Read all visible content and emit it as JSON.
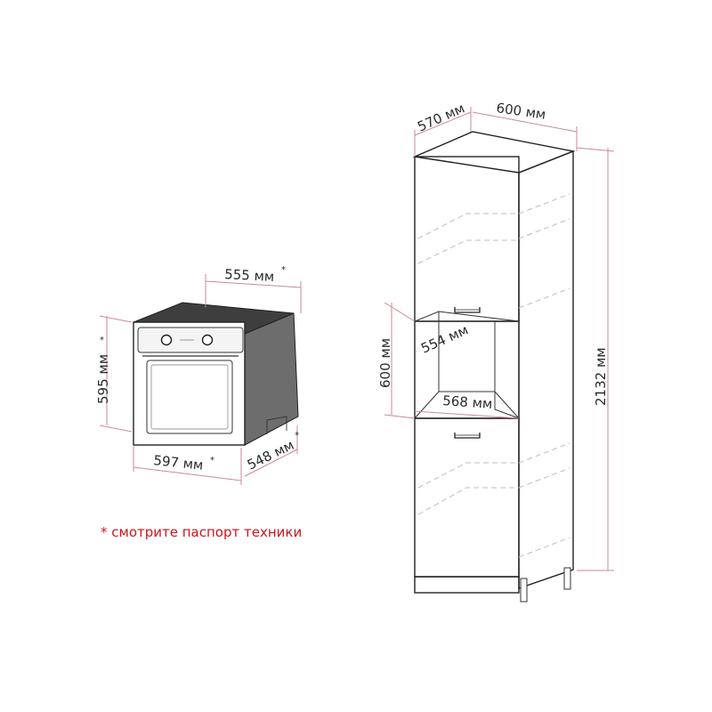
{
  "oven": {
    "depth_label": "555 мм",
    "height_label": "595 мм",
    "width_label": "597 мм",
    "side_depth_label": "548 мм",
    "asterisk": "*"
  },
  "cabinet": {
    "depth_label": "570 мм",
    "width_label": "600 мм",
    "height_label": "2132 мм",
    "niche_height_label": "600 мм",
    "niche_depth_label": "554 мм",
    "niche_width_label": "568 мм"
  },
  "footnote": {
    "text": "* смотрите паспорт техники"
  },
  "colors": {
    "dimension_line": "#c98a96",
    "footnote": "#d0121b",
    "outline": "#222222"
  }
}
